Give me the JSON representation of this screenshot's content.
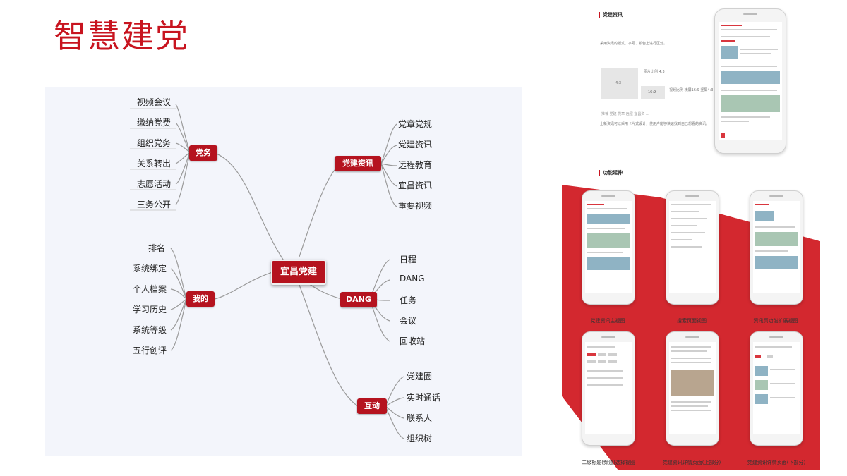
{
  "title": "智慧建党",
  "mindmap": {
    "center": "宜昌党建",
    "branches": [
      {
        "label": "党务",
        "leaves": [
          "视频会议",
          "缴纳党费",
          "组织党务",
          "关系转出",
          "志愿活动",
          "三务公开"
        ]
      },
      {
        "label": "我的",
        "leaves": [
          "排名",
          "系统绑定",
          "个人档案",
          "学习历史",
          "系统等级",
          "五行创评"
        ]
      },
      {
        "label": "党建资讯",
        "leaves": [
          "党章党规",
          "党建资讯",
          "远程教育",
          "宜昌资讯",
          "重要视频"
        ]
      },
      {
        "label": "DANG",
        "leaves": [
          "日程",
          "DANG",
          "任务",
          "会议",
          "回收站"
        ]
      },
      {
        "label": "互动",
        "leaves": [
          "党建圈",
          "实时通话",
          "联系人",
          "组织树"
        ]
      }
    ]
  },
  "showcase": {
    "section1_title": "党建资讯",
    "section1_desc": "采用资讯的版式、字号、颜色上进行区分。",
    "ratio_box_a": "4:3",
    "ratio_box_b": "16:9",
    "ratio_label_a": "图片比例 4:3",
    "ratio_label_b": "视频比例 横屏16:9 竖屏4:3",
    "tabs_line": "推荐  党建  党章  远程  宜昌资  ...",
    "section1_note": "上新资讯可以采用卡片式设计，使用户能够快速找到自己想看的资讯。",
    "section2_title": "功能延伸",
    "captions": [
      "党建资讯主视图",
      "搜索页面视图",
      "资讯页功能扩展视图",
      "二级标题(频道)选择视图",
      "党建资讯详情页面(上部分)",
      "党建资讯详情页面(下部分)"
    ]
  },
  "colors": {
    "accent": "#c8141f",
    "node": "#b5131f",
    "mapBg": "#f3f5fb"
  }
}
